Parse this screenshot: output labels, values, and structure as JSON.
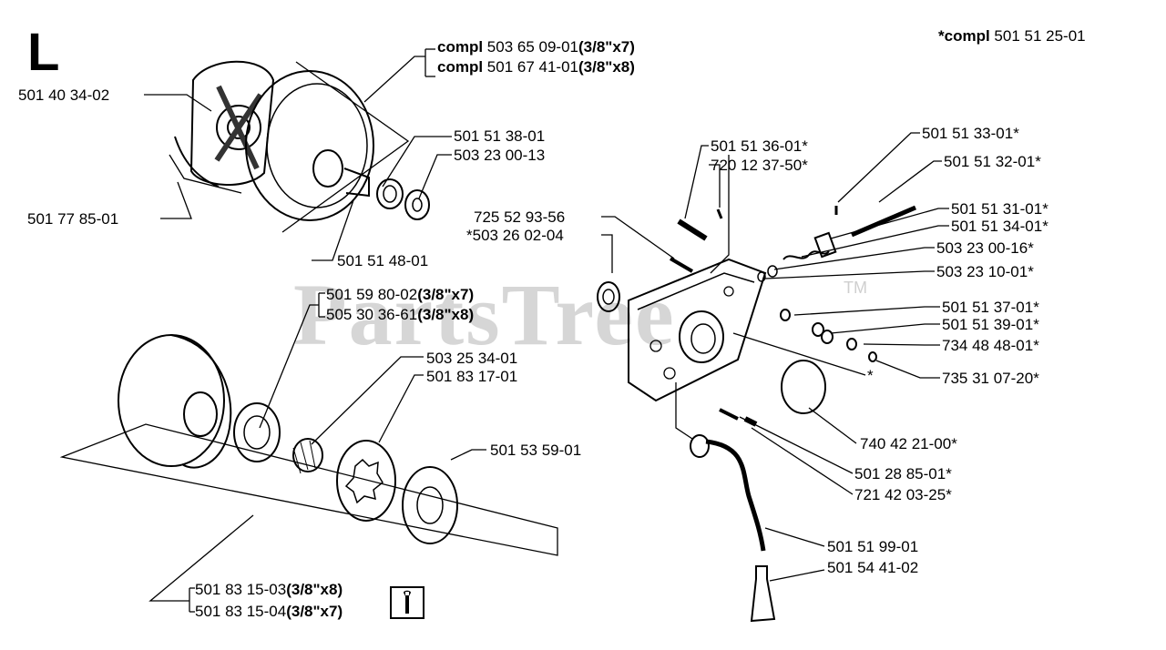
{
  "section_letter": "L",
  "watermark": "PartsTree",
  "watermark_tm": "TM",
  "kit_note": {
    "prefix": "*compl",
    "number": "501 51 25-01"
  },
  "compl_1": {
    "prefix": "compl",
    "number": "503 65 09-01",
    "spec": "(3/8\"x7)"
  },
  "compl_2": {
    "prefix": "compl",
    "number": "501 67 41-01",
    "spec": "(3/8\"x8)"
  },
  "parts_left": {
    "p1": "501 40 34-02",
    "p2": "501 51 38-01",
    "p3": "503 23 00-13",
    "p4": "501 77 85-01",
    "p5": "501 51 48-01",
    "p6": "501 59 80-02",
    "p6_spec": "(3/8\"x7)",
    "p7": "505 30 36-61",
    "p7_spec": "(3/8\"x8)",
    "p8": "503 25 34-01",
    "p9": "501 83 17-01",
    "p10": "501 53 59-01",
    "p11": "501 83 15-03",
    "p11_spec": "(3/8\"x8)",
    "p12": "501 83 15-04",
    "p12_spec": "(3/8\"x7)"
  },
  "parts_right": {
    "r1": "501 51 36-01*",
    "r2": "720 12 37-50*",
    "r3": "501 51 33-01*",
    "r4": "501 51 32-01*",
    "r5": "725 52 93-56",
    "r6": "*503 26 02-04",
    "r7": "501 51 31-01*",
    "r8": "501 51 34-01*",
    "r9": "503 23 00-16*",
    "r10": "503 23 10-01*",
    "r11": "501 51 37-01*",
    "r12": "501 51 39-01*",
    "r13": "734 48 48-01*",
    "r14": "*",
    "r15": "735 31 07-20*",
    "r16": "740 42 21-00*",
    "r17": "501 28 85-01*",
    "r18": "721 42 03-25*",
    "r19": "501 51 99-01",
    "r20": "501 54 41-02"
  }
}
